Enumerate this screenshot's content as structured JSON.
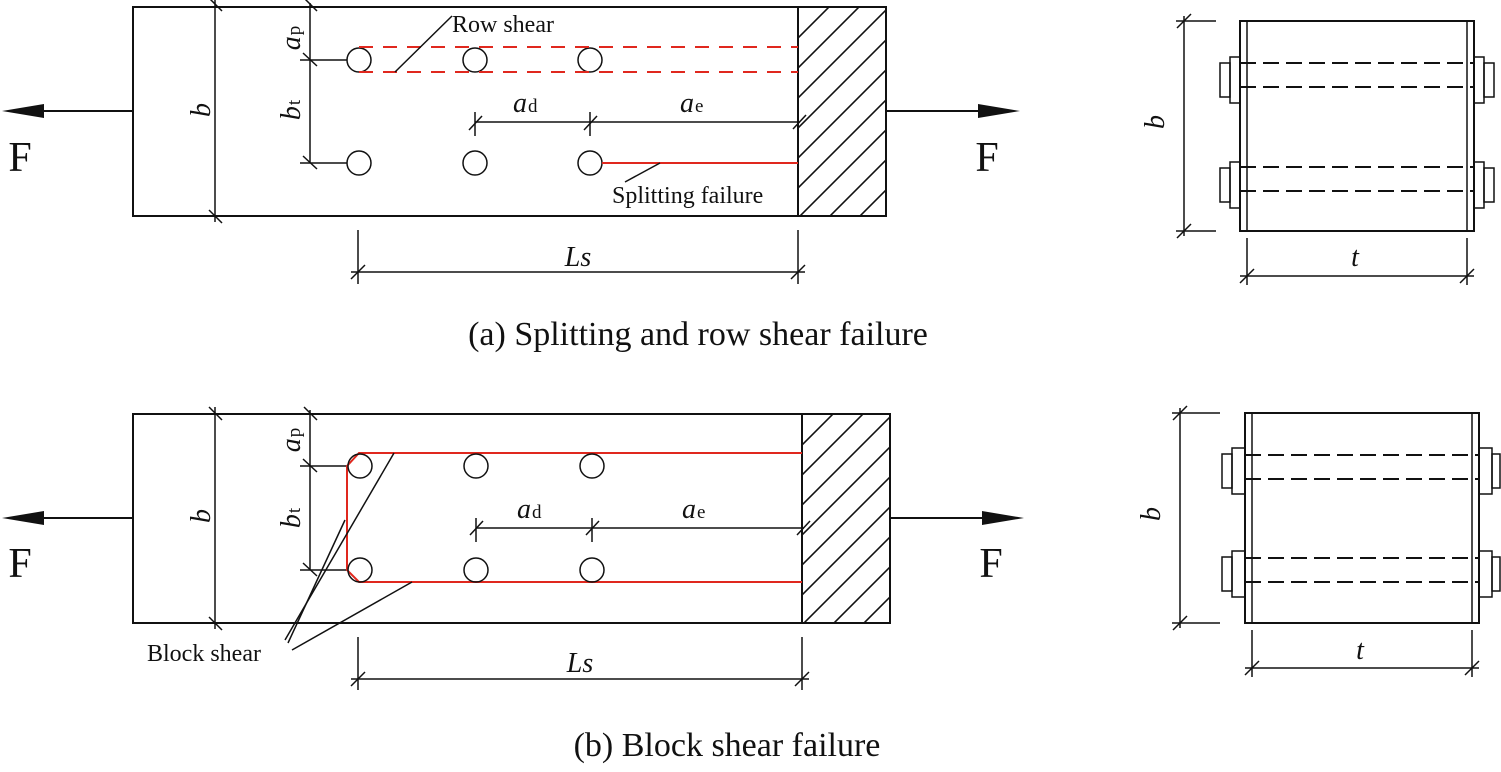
{
  "captions": {
    "a": "(a) Splitting and row shear failure",
    "b": "(b) Block shear failure"
  },
  "labels": {
    "force": "F",
    "width": "b",
    "thickness": "t",
    "length": "Ls",
    "row_spacing_symbol": "b",
    "row_spacing_sub": "t",
    "edge_perp_symbol": "a",
    "edge_perp_sub": "p",
    "bolt_spacing_symbol": "a",
    "bolt_spacing_sub": "d",
    "end_dist_symbol": "a",
    "end_dist_sub": "e"
  },
  "annotations": {
    "row_shear": "Row shear",
    "splitting_failure": "Splitting failure",
    "block_shear": "Block shear"
  },
  "colors": {
    "failure_line": "#e0281e",
    "line": "#111111"
  }
}
